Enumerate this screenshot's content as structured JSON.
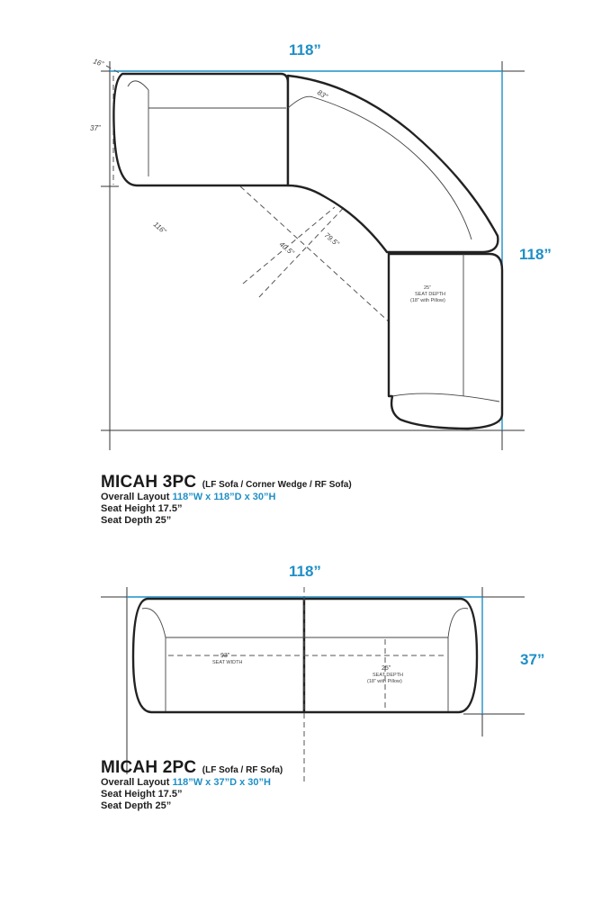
{
  "layout_3pc": {
    "width_label": "118”",
    "depth_label": "118”",
    "arm_label": "16”",
    "side_depth_label": "37”",
    "wedge_label": "83”",
    "diagonal_label": "116”",
    "wedge_depth_label": "79.5”",
    "wedge_inner_label": "40.5”",
    "seat_depth_value": "25”",
    "seat_depth_text": "SEAT DEPTH",
    "seat_depth_note": "(18” with Pillow)",
    "title": "MICAH 3PC",
    "subtitle": "(LF Sofa /  Corner Wedge / RF Sofa)",
    "overall_prefix": "Overall Layout",
    "overall_value": "118”W x 118”D x 30”H",
    "seat_height": "Seat Height 17.5”",
    "seat_depth": "Seat Depth 25”"
  },
  "layout_2pc": {
    "width_label": "118”",
    "depth_label": "37”",
    "seat_width_value": "93”",
    "seat_width_text": "SEAT WIDTH",
    "seat_depth_value": "25”",
    "seat_depth_text": "SEAT DEPTH",
    "seat_depth_note": "(18” with Pillow)",
    "title": "MICAH 2PC",
    "subtitle": "(LF Sofa / RF Sofa)",
    "overall_prefix": "Overall Layout",
    "overall_value": "118”W x 37”D x 30”H",
    "seat_height": "Seat Height 17.5”",
    "seat_depth": "Seat Depth 25”"
  },
  "colors": {
    "accent": "#1f8fc6",
    "ink": "#1a1a1a"
  }
}
